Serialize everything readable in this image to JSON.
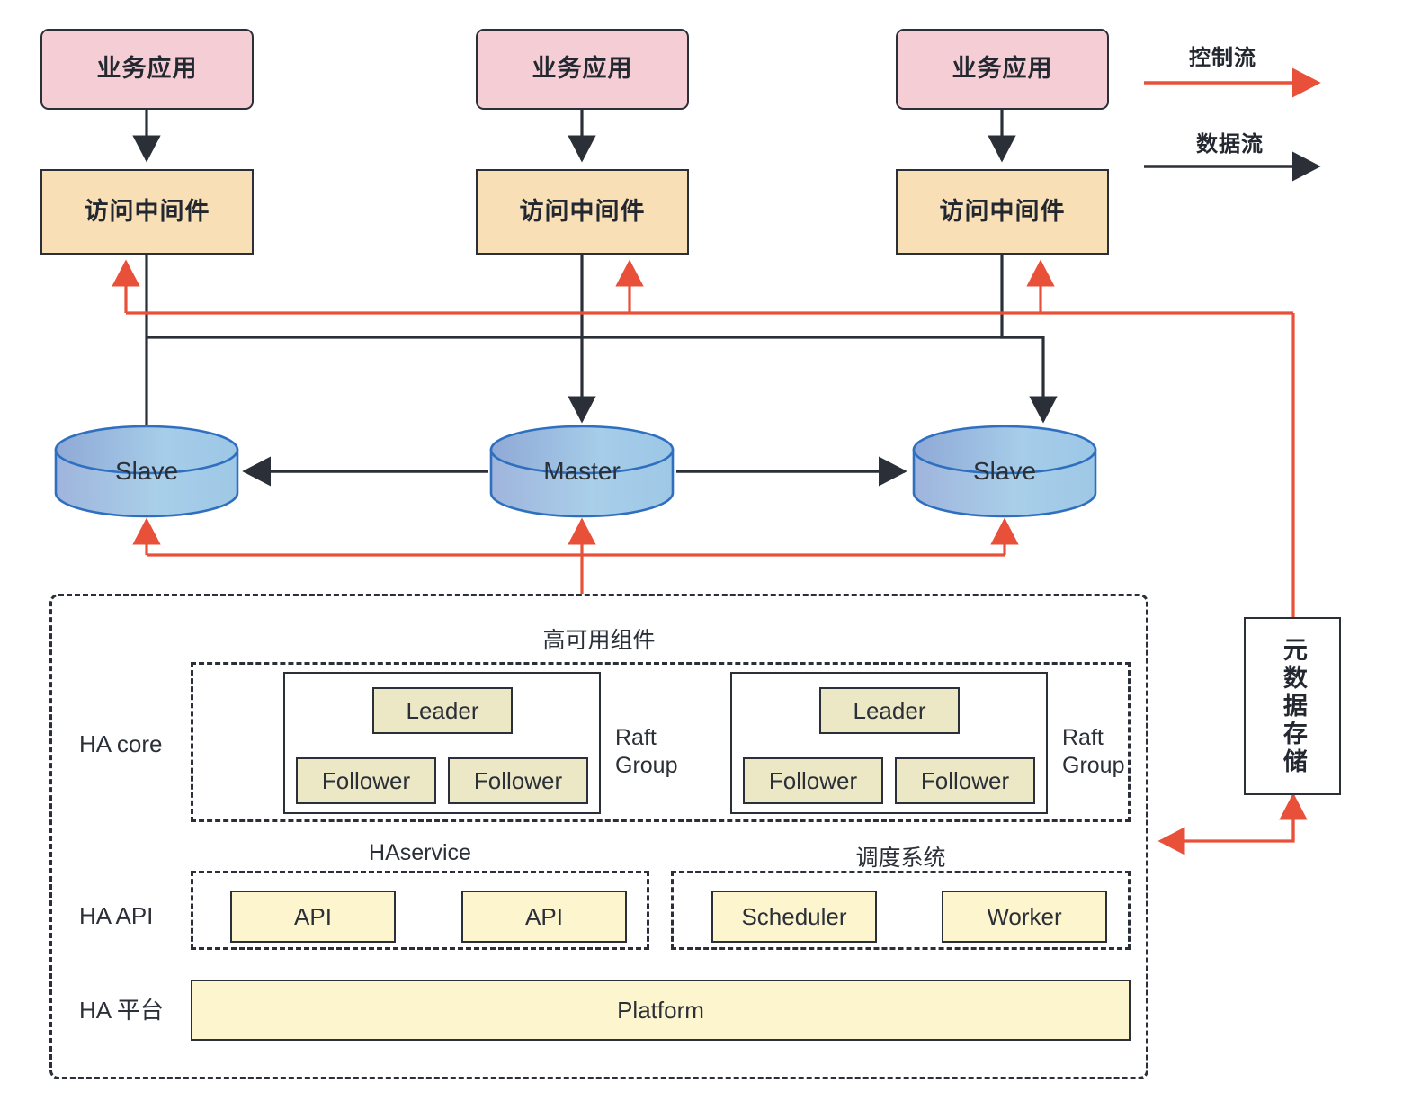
{
  "legend": {
    "control_flow": "控制流",
    "data_flow": "数据流",
    "control_color": "#e8503a",
    "data_color": "#2b3038"
  },
  "top_row": {
    "apps": [
      {
        "label": "业务应用"
      },
      {
        "label": "业务应用"
      },
      {
        "label": "业务应用"
      }
    ],
    "middleware": [
      {
        "label": "访问中间件"
      },
      {
        "label": "访问中间件"
      },
      {
        "label": "访问中间件"
      }
    ]
  },
  "databases": [
    {
      "label": "Slave",
      "role": "slave"
    },
    {
      "label": "Master",
      "role": "master"
    },
    {
      "label": "Slave",
      "role": "slave"
    }
  ],
  "ha_container": {
    "title": "高可用组件",
    "tiers": [
      {
        "label": "HA core"
      },
      {
        "label": "HA API"
      },
      {
        "label": "HA 平台"
      }
    ],
    "ha_core": {
      "raft_groups": [
        {
          "label_line1": "Raft",
          "label_line2": "Group",
          "leader": "Leader",
          "followers": [
            "Follower",
            "Follower"
          ]
        },
        {
          "label_line1": "Raft",
          "label_line2": "Group",
          "leader": "Leader",
          "followers": [
            "Follower",
            "Follower"
          ]
        }
      ]
    },
    "ha_api": {
      "groups": [
        {
          "title": "HAservice",
          "items": [
            "API",
            "API"
          ]
        },
        {
          "title": "调度系统",
          "items": [
            "Scheduler",
            "Worker"
          ]
        }
      ]
    },
    "ha_platform": {
      "label": "Platform"
    }
  },
  "metadata_store": {
    "label": "元数据存储"
  },
  "colors": {
    "app_fill": "#f5cdd5",
    "middleware_fill": "#f8dfb6",
    "db_fill_top": "#9fb4dc",
    "db_fill_bottom": "#a9d4ec",
    "db_stroke": "#2f6fc0",
    "olive_fill": "#ece8c6",
    "yellow_fill": "#fdf5cd",
    "line_dark": "#2b3038",
    "line_red": "#e8503a"
  }
}
